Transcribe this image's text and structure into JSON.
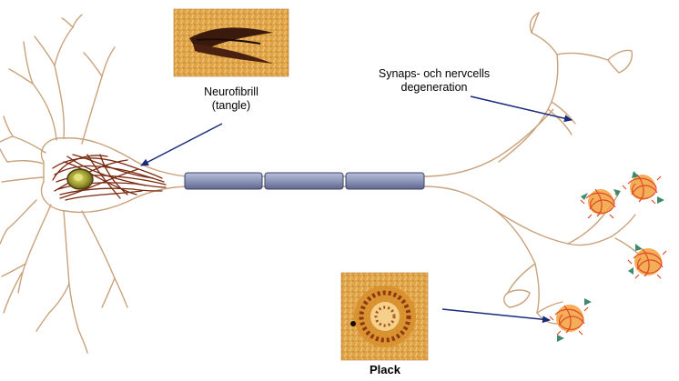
{
  "labels": {
    "neurofibrill": "Neurofibrill",
    "tangle": "(tangle)",
    "synaps_line1": "Synaps- och nervcells",
    "synaps_line2": "degeneration",
    "plack": "Plack"
  },
  "colors": {
    "neuron_outline": "#c9a27c",
    "tangle_fibers": "#7a2a10",
    "nucleus_fill": "#8a8a2a",
    "myelin_fill": "#8e97b8",
    "myelin_stroke": "#3d4466",
    "arrow": "#1a2a7a",
    "photo_bg": "#e2a84a",
    "plaque_red": "#e04a2a",
    "plaque_orange": "#f2a03a",
    "plaque_green": "#3f8a6a"
  }
}
